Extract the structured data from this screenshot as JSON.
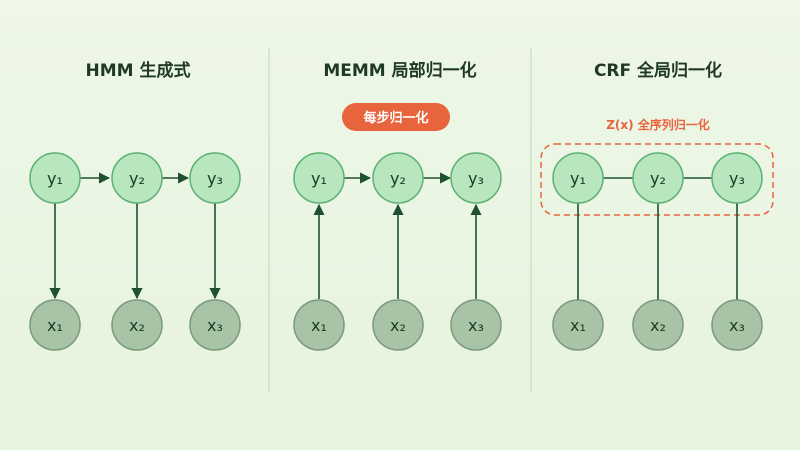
{
  "panels": [
    {
      "title": "HMM 生成式",
      "edge": "down"
    },
    {
      "title": "MEMM 局部归一化",
      "edge": "up",
      "badge": "每步归一化"
    },
    {
      "title": "CRF 全局归一化",
      "edge": "none",
      "note": "Z(x) 全序列归一化"
    }
  ],
  "labels": {
    "y": [
      "y₁",
      "y₂",
      "y₃"
    ],
    "x": [
      "x₁",
      "x₂",
      "x₃"
    ]
  },
  "colors": {
    "y_fill": "#b7e6bf",
    "y_stroke": "#5cb173",
    "x_fill": "#a8c3a6",
    "x_stroke": "#7b9a7c",
    "edge": "#1f5130",
    "divider": "#cfe0c8",
    "badge": "#e8643c",
    "note": "#e8643c"
  }
}
